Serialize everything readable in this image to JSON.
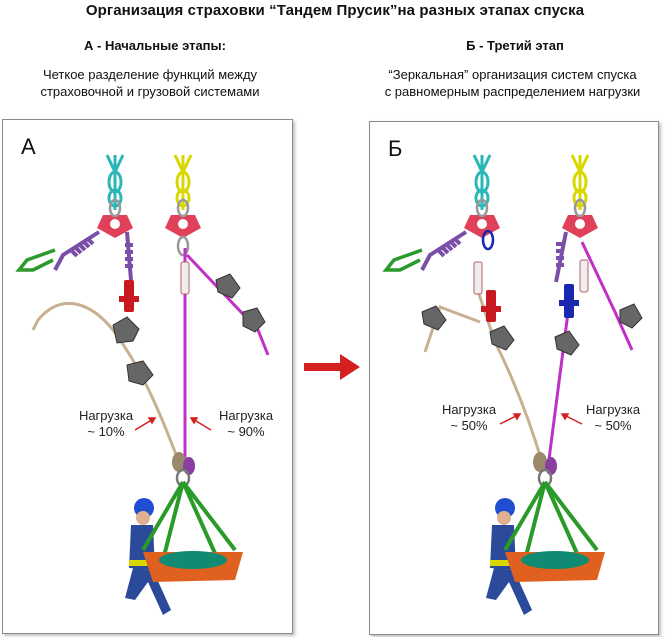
{
  "title": "Организация страховки “Тандем Прусик”на разных этапах спуска",
  "panel_a": {
    "heading": "А - Начальные этапы:",
    "description_line1": "Четкое разделение функций между",
    "description_line2": "страховочной и грузовой системами",
    "letter": "А",
    "left_load": {
      "label": "Нагрузка",
      "value": "~ 10%"
    },
    "right_load": {
      "label": "Нагрузка",
      "value": "~ 90%"
    }
  },
  "panel_b": {
    "heading": "Б - Третий этап",
    "description_line1": "“Зеркальная” организация систем спуска",
    "description_line2": "с равномерным распределением нагрузки",
    "letter": "Б",
    "left_load": {
      "label": "Нагрузка",
      "value": "~ 50%"
    },
    "right_load": {
      "label": "Нагрузка",
      "value": "~ 50%"
    }
  },
  "colors": {
    "teal_anchor": "#2bb7b7",
    "yellow_anchor": "#d8d800",
    "pulley_red": "#e0405a",
    "purple_prusik": "#7a4fa8",
    "tan_rope": "#c8b090",
    "magenta_rope": "#c030c8",
    "red_device": "#c81820",
    "blue_device": "#1828b0",
    "green_sling": "#2a9a2a",
    "stretcher_orange": "#e06020",
    "arrow_red": "#d42020",
    "glove_grey": "#666666"
  },
  "icons": [
    "transition-arrow-icon",
    "glove-icon",
    "carabiner-icon",
    "pulley-icon",
    "rescuer-figure",
    "stretcher-icon"
  ]
}
